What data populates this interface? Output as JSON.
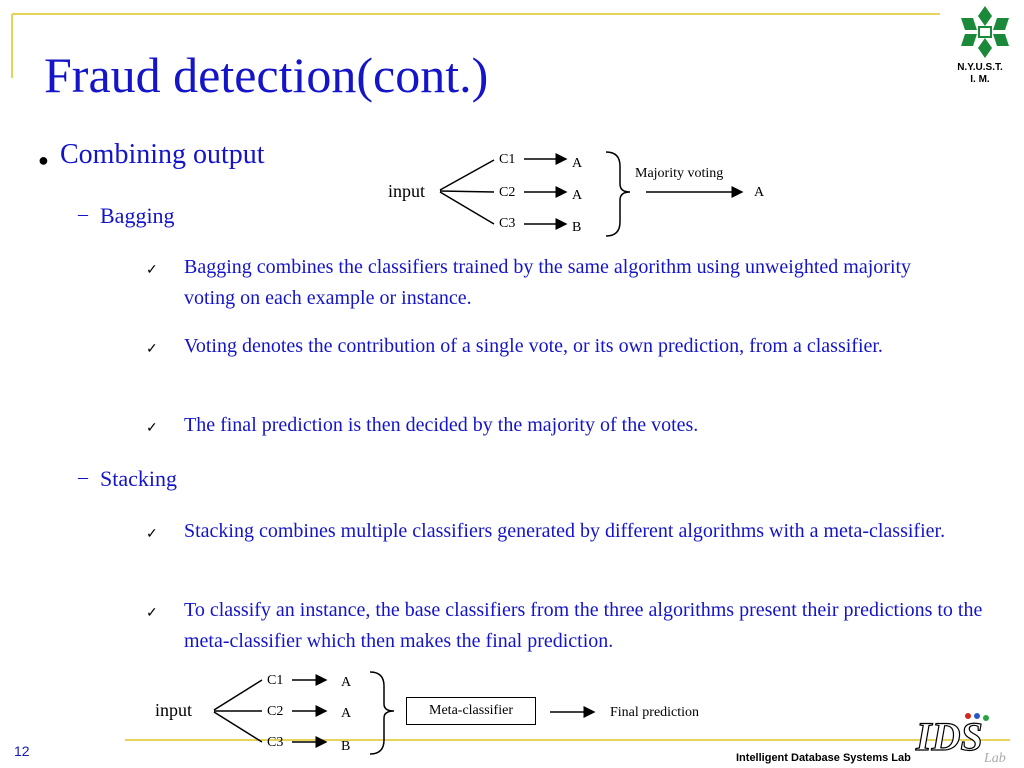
{
  "slide": {
    "title": "Fraud detection(cont.)",
    "logo_text_line1": "N.Y.U.S.T.",
    "logo_text_line2": "I. M.",
    "page_number": "12",
    "footer_lab": "Intelligent Database Systems Lab",
    "footer_logo_text": "IDS Lab"
  },
  "content": {
    "heading": "Combining output",
    "bagging": {
      "label": "Bagging",
      "items": [
        "Bagging combines the classifiers trained by the same algorithm using unweighted majority voting on each example or instance.",
        "Voting denotes the contribution of a single vote, or its own prediction, from a classifier.",
        "The final prediction is then decided by the majority of the votes."
      ]
    },
    "stacking": {
      "label": "Stacking",
      "items": [
        "Stacking combines multiple classifiers generated by different algorithms with a meta-classifier.",
        "To classify an instance, the base classifiers from the three algorithms present their predictions to the meta-classifier which then makes the final prediction."
      ]
    }
  },
  "diagram_bagging": {
    "input": "input",
    "classifiers": [
      "C1",
      "C2",
      "C3"
    ],
    "outputs": [
      "A",
      "A",
      "B"
    ],
    "method": "Majority voting",
    "result": "A"
  },
  "diagram_stacking": {
    "input": "input",
    "classifiers": [
      "C1",
      "C2",
      "C3"
    ],
    "outputs": [
      "A",
      "A",
      "B"
    ],
    "meta": "Meta-classifier",
    "result": "Final prediction"
  },
  "colors": {
    "title": "#1414c8",
    "frame": "#e8d35a",
    "text": "#1414c8"
  }
}
